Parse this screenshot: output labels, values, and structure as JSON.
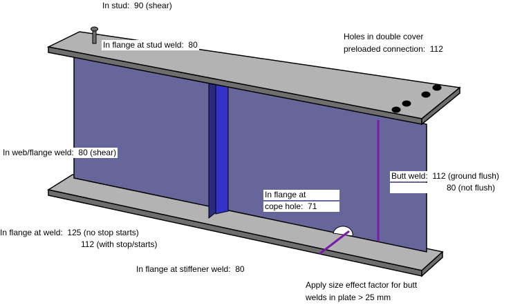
{
  "colors": {
    "flange": "#b3b3b3",
    "flange_edge": "#6e6e6e",
    "web": "#66669a",
    "stiffener_front": "#3333cc",
    "stiffener_side": "#2a2a80",
    "weld": "#7a1aaa",
    "outline": "#000000"
  },
  "icons": {
    "stud": "shear-stud-icon",
    "holes": "bolt-hole-icon",
    "cope": "cope-hole-icon"
  },
  "labels": {
    "stud": "In stud:  90 (shear)",
    "flange_stud_weld": "In flange at stud weld:  80",
    "holes_line1": "Holes in double cover",
    "holes_line2": "preloaded connection:  112",
    "web_flange_weld": "In web/flange weld:  80 (shear)",
    "butt_weld_line1": "Butt weld:  112 (ground flush)",
    "butt_weld_line2": "80 (not flush)",
    "cope_line1": "In flange at",
    "cope_line2": "cope hole:  71",
    "flange_weld_line1": "In flange at weld:  125 (no stop starts)",
    "flange_weld_line2": "112 (with stop/starts)",
    "stiffener_weld": "In flange at stiffener weld:  80",
    "size_effect_line1": "Apply size effect factor for butt",
    "size_effect_line2": "welds in plate > 25 mm"
  }
}
